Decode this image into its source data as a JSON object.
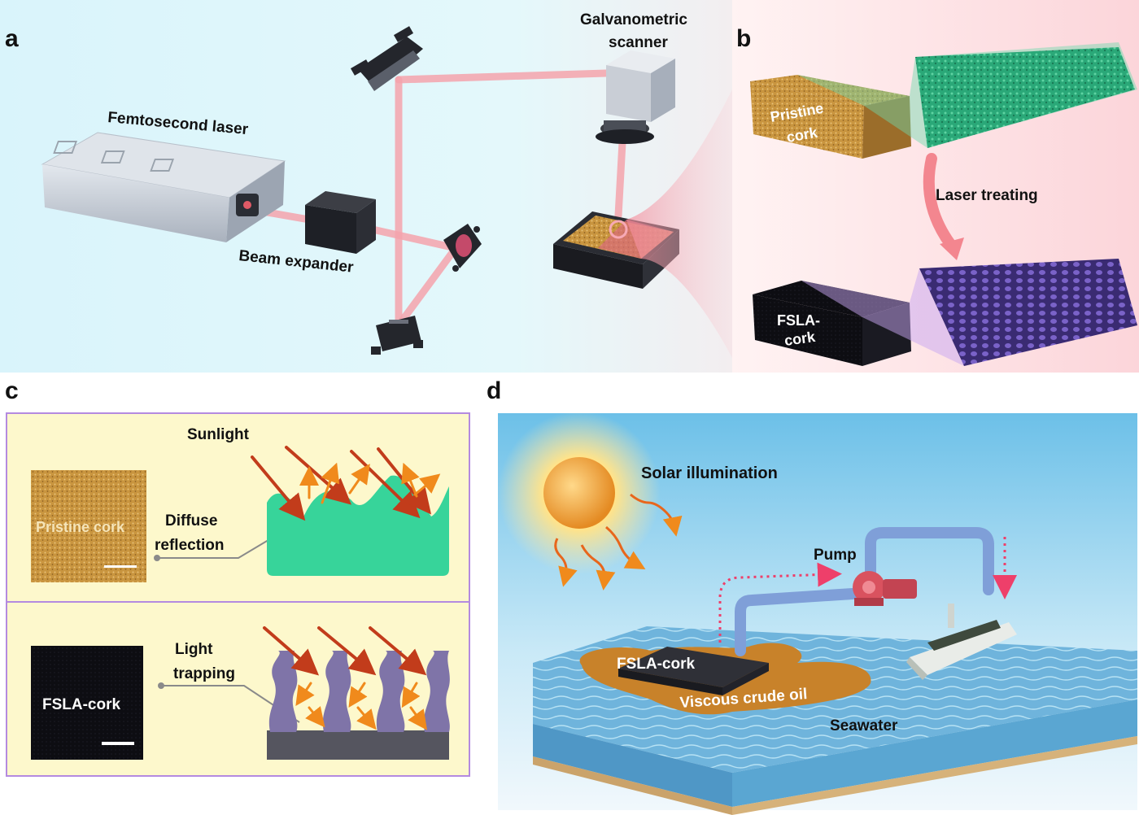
{
  "panels": {
    "a": {
      "letter": "a",
      "labels": {
        "galvo_line1": "Galvanometric",
        "galvo_line2": "scanner",
        "laser": "Femtosecond laser",
        "expander": "Beam expander"
      }
    },
    "b": {
      "letter": "b",
      "labels": {
        "pristine_line1": "Pristine",
        "pristine_line2": "cork",
        "treating": "Laser treating",
        "fsla_line1": "FSLA-",
        "fsla_line2": "cork"
      }
    },
    "c": {
      "letter": "c",
      "labels": {
        "sunlight": "Sunlight",
        "pristine_cork": "Pristine cork",
        "diffuse_line1": "Diffuse",
        "diffuse_line2": "reflection",
        "light_line1": "Light",
        "light_line2": "trapping",
        "fsla_cork": "FSLA-cork"
      }
    },
    "d": {
      "letter": "d",
      "labels": {
        "solar": "Solar illumination",
        "pump": "Pump",
        "fsla_cork": "FSLA-cork",
        "crude_oil": "Viscous crude oil",
        "seawater": "Seawater"
      }
    }
  },
  "colors": {
    "panel_a_bg": "#dff6fb",
    "panel_b_bg": "#fde3e6",
    "panel_c_bg": "#fdf8cc",
    "panel_c_border": "#b48ae0",
    "laser_beam": "#f5a3aa",
    "pristine_surface": "#37d49a",
    "fsla_pillars": "#7f74a8",
    "sky": "#7ec8ea",
    "sea": "#69b7df",
    "oil": "#c8822a",
    "pipe": "#7f9fd8",
    "pump": "#d9525f"
  }
}
